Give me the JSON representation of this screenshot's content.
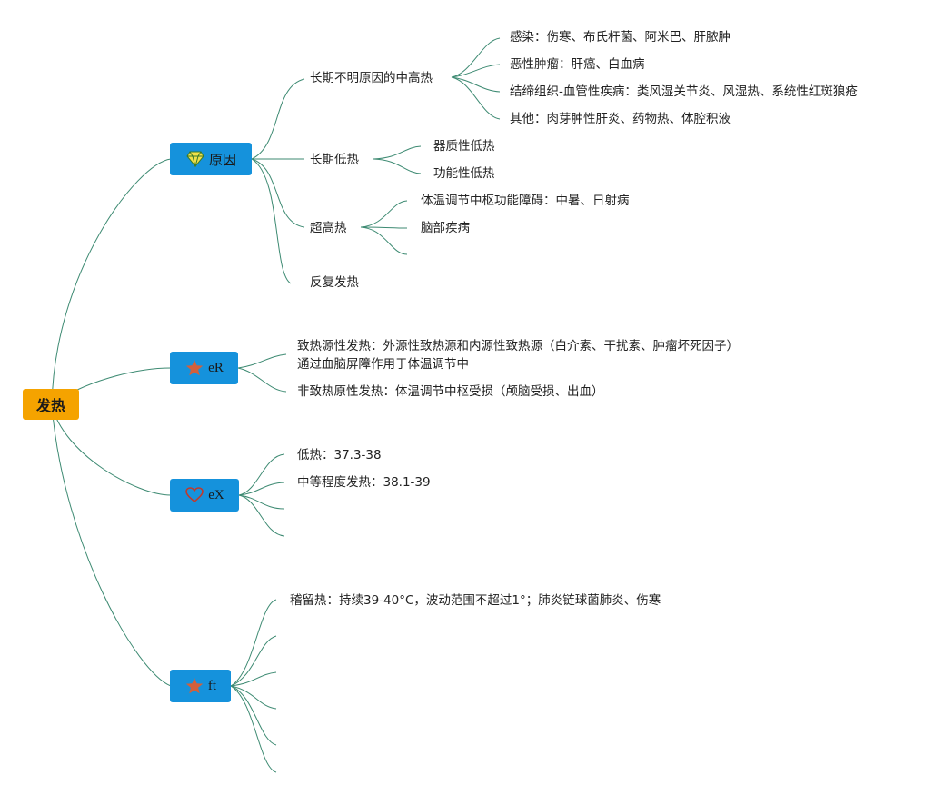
{
  "root": {
    "label": "发热"
  },
  "branches": {
    "cause": {
      "label": "原因",
      "icon": "diamond-icon",
      "children": {
        "unknown_fever": {
          "label": "长期不明原因的中高热",
          "items": [
            "感染：伤寒、布氏杆菌、阿米巴、肝脓肿",
            "恶性肿瘤：肝癌、白血病",
            "结缔组织-血管性疾病：类风湿关节炎、风湿热、系统性红斑狼疮",
            "其他：肉芽肿性肝炎、药物热、体腔积液"
          ]
        },
        "low_fever": {
          "label": "长期低热",
          "items": [
            "器质性低热",
            "功能性低热"
          ]
        },
        "hyperpyrexia": {
          "label": "超高热",
          "items": [
            "体温调节中枢功能障碍：中暑、日射病",
            "脑部疾病",
            ""
          ]
        },
        "recurrent": {
          "label": "反复发热"
        }
      }
    },
    "er": {
      "label": "eR",
      "icon": "star-icon",
      "items": [
        "致热源性发热：外源性致热源和内源性致热源（白介素、干扰素、肿瘤坏死因子）通过血脑屏障作用于体温调节中",
        "非致热原性发热：体温调节中枢受损（颅脑受损、出血）"
      ]
    },
    "ex": {
      "label": "eX",
      "icon": "heart-icon",
      "items": [
        "低热：37.3-38",
        "中等程度发热：38.1-39",
        "",
        ""
      ]
    },
    "ft": {
      "label": "ft",
      "icon": "star-icon",
      "items": [
        "稽留热：持续39-40°C，波动范围不超过1°；肺炎链球菌肺炎、伤寒",
        "",
        "",
        "",
        "",
        ""
      ]
    }
  },
  "colors": {
    "root": "#f5a300",
    "branch": "#1592dc",
    "line": "#3d8a72",
    "star": "#d2603a",
    "heart": "#c0392b",
    "diamond": "#f1e04a"
  }
}
